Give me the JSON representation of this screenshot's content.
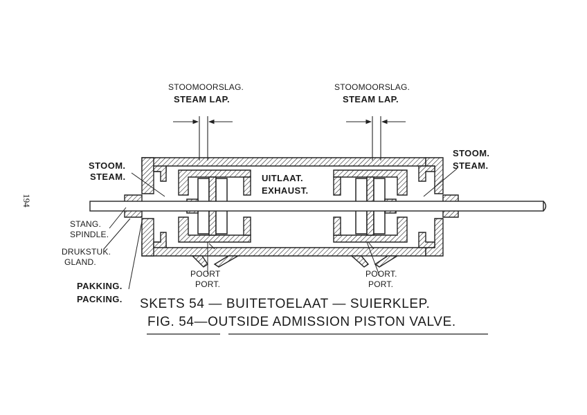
{
  "page_number": "194",
  "labels": {
    "steam_lap_left_af": "STOOMOORSLAG.",
    "steam_lap_left_en": "STEAM LAP.",
    "steam_lap_right_af": "STOOMOORSLAG.",
    "steam_lap_right_en": "STEAM LAP.",
    "steam_left_af": "STOOM.",
    "steam_left_en": "STEAM.",
    "steam_right_af": "STOOM.",
    "steam_right_en": "STEAM.",
    "exhaust_af": "UITLAAT.",
    "exhaust_en": "EXHAUST.",
    "spindle_af": "STANG.",
    "spindle_en": "SPINDLE.",
    "gland_af": "DRUKSTUK.",
    "gland_en": "GLAND.",
    "packing_af": "PAKKING.",
    "packing_en": "PACKING.",
    "port_left_af": "POORT",
    "port_left_en": "PORT.",
    "port_right_af": "POORT.",
    "port_right_en": "PORT."
  },
  "caption": {
    "afrikaans": "SKETS 54 — BUITETOELAAT — SUIERKLEP.",
    "english": "FIG.  54—OUTSIDE  ADMISSION  PISTON  VALVE."
  }
}
